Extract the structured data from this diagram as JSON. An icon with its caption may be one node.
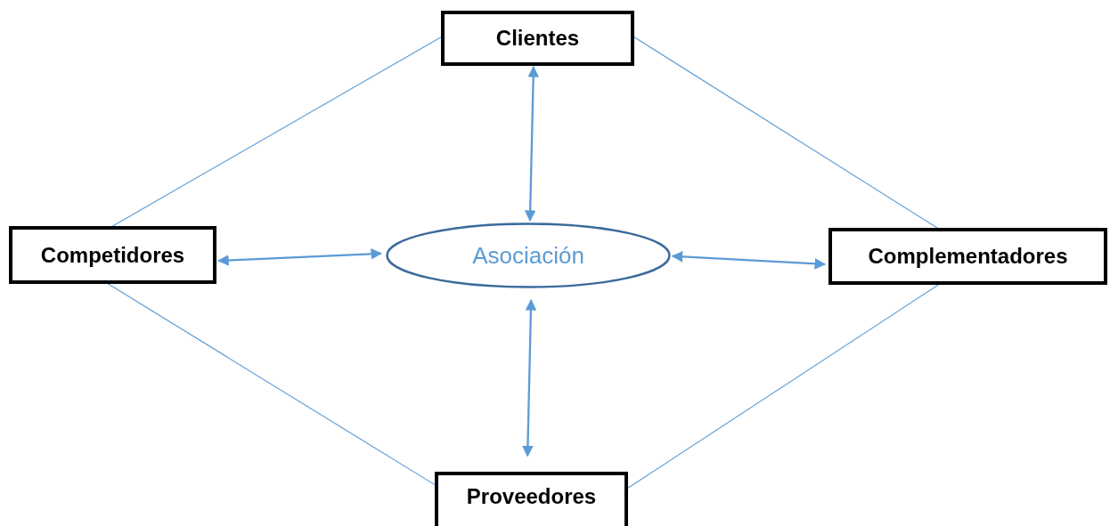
{
  "diagram": {
    "nodes": [
      {
        "text": [
          "Clientes"
        ]
      },
      {
        "text": [
          "Competidores"
        ]
      },
      {
        "text": [
          "Asociación"
        ]
      },
      {
        "text": [
          "Complementadores"
        ]
      },
      {
        "text": [
          "Proveedores"
        ]
      }
    ],
    "edges": [
      {
        "from": 2,
        "to": 0,
        "arrow": "both"
      },
      {
        "from": 1,
        "to": 2,
        "arrow": "both"
      },
      {
        "from": 2,
        "to": 3,
        "arrow": "both"
      },
      {
        "from": 2,
        "to": 4,
        "arrow": "both"
      },
      {
        "from": 0,
        "to": 1,
        "arrow": "none"
      },
      {
        "from": 0,
        "to": 3,
        "arrow": "none"
      },
      {
        "from": 1,
        "to": 4,
        "arrow": "none"
      },
      {
        "from": 3,
        "to": 4,
        "arrow": "none"
      }
    ]
  }
}
